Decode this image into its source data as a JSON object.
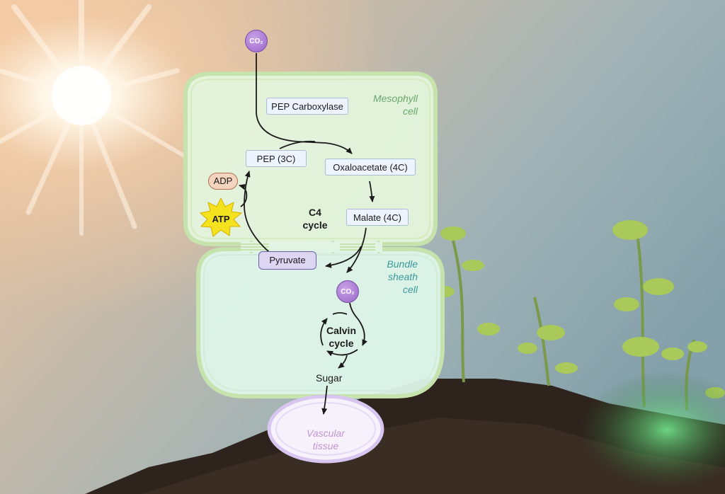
{
  "labels": {
    "mesophyll": "Mesophyll\ncell",
    "bundle_sheath": "Bundle\nsheath\ncell",
    "vascular": "Vascular\ntissue",
    "c4_cycle": "C4\ncycle",
    "calvin_cycle": "Calvin\ncycle",
    "sugar": "Sugar"
  },
  "molecules": {
    "pep_carboxylase": "PEP Carboxylase",
    "pep": "PEP (3C)",
    "oxaloacetate": "Oxaloacetate (4C)",
    "malate": "Malate (4C)",
    "pyruvate": "Pyruvate",
    "adp": "ADP",
    "atp": "ATP",
    "co2_top": "CO₂",
    "co2_bundle": "CO₂"
  },
  "colors": {
    "mesophyll_fill": "#e4f4dc",
    "bundle_fill": "#def5ea",
    "cell_border": "#c6e2ad",
    "mesophyll_text": "#6aa86a",
    "bundle_text": "#3a9a9a",
    "vascular_fill": "#f6f1fb",
    "vascular_border": "#d7c6ef",
    "vascular_text": "#c393d2",
    "co2": "#a56fd0",
    "atp_star": "#f5e21e"
  }
}
